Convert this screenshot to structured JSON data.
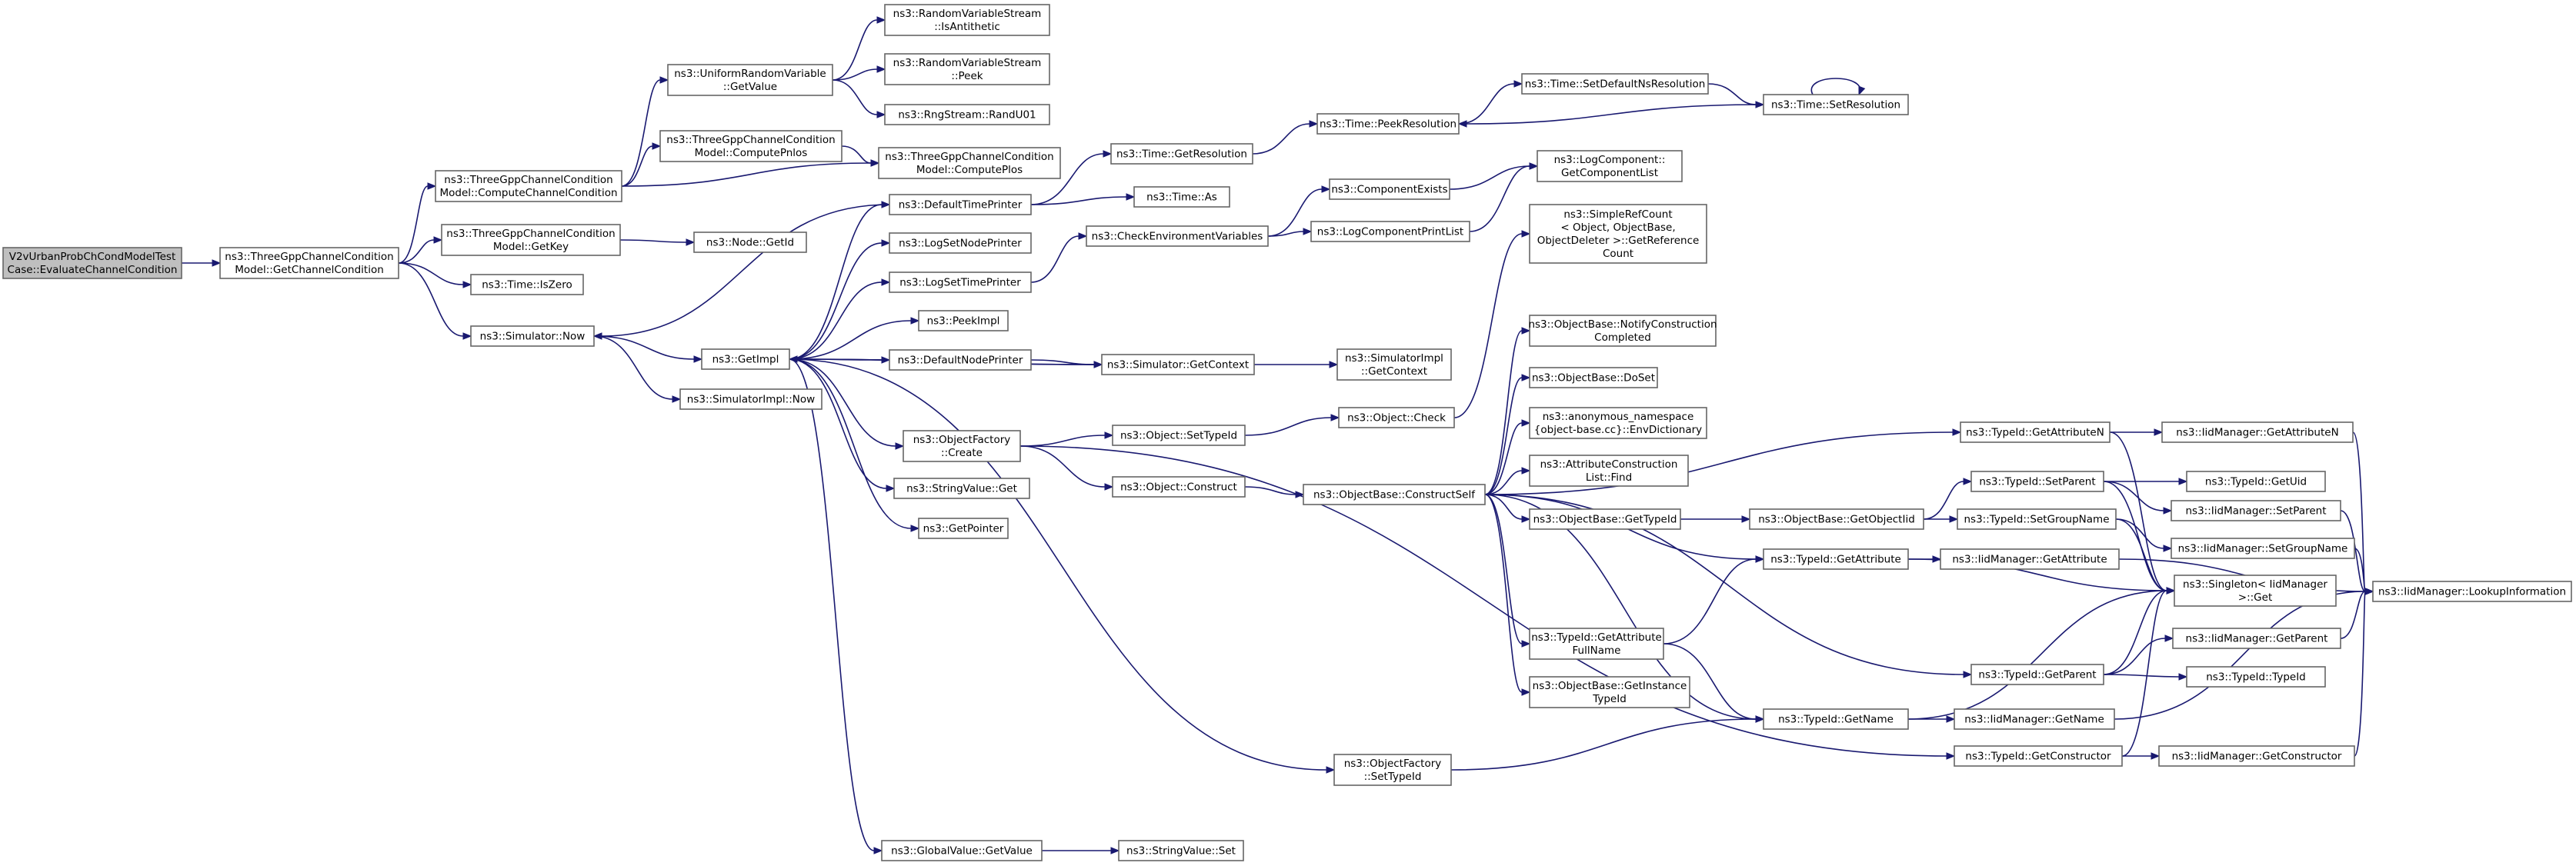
{
  "colors": {
    "edge": "#191970",
    "node_border": "#666666",
    "root_fill": "#bfbfbf",
    "node_fill": "#ffffff"
  },
  "nodes": [
    {
      "id": "root",
      "lines": [
        "V2vUrbanProbChCondModelTest",
        "Case::EvaluateChannelCondition"
      ]
    },
    {
      "id": "getchcond",
      "lines": [
        "ns3::ThreeGppChannelCondition",
        "Model::GetChannelCondition"
      ]
    },
    {
      "id": "computechcond",
      "lines": [
        "ns3::ThreeGppChannelCondition",
        "Model::ComputeChannelCondition"
      ]
    },
    {
      "id": "getkey",
      "lines": [
        "ns3::ThreeGppChannelCondition",
        "Model::GetKey"
      ]
    },
    {
      "id": "iszero",
      "lines": [
        "ns3::Time::IsZero"
      ]
    },
    {
      "id": "simnow",
      "lines": [
        "ns3::Simulator::Now"
      ]
    },
    {
      "id": "urvgetvalue",
      "lines": [
        "ns3::UniformRandomVariable",
        "::GetValue"
      ]
    },
    {
      "id": "computepnlos",
      "lines": [
        "ns3::ThreeGppChannelCondition",
        "Model::ComputePnlos"
      ]
    },
    {
      "id": "computeplos",
      "lines": [
        "ns3::ThreeGppChannelCondition",
        "Model::ComputePlos"
      ]
    },
    {
      "id": "isantithetic",
      "lines": [
        "ns3::RandomVariableStream",
        "::IsAntithetic"
      ]
    },
    {
      "id": "peek",
      "lines": [
        "ns3::RandomVariableStream",
        "::Peek"
      ]
    },
    {
      "id": "randu01",
      "lines": [
        "ns3::RngStream::RandU01"
      ]
    },
    {
      "id": "nodegetid",
      "lines": [
        "ns3::Node::GetId"
      ]
    },
    {
      "id": "getimpl",
      "lines": [
        "ns3::GetImpl"
      ]
    },
    {
      "id": "simimplnow",
      "lines": [
        "ns3::SimulatorImpl::Now"
      ]
    },
    {
      "id": "deftimeprinter",
      "lines": [
        "ns3::DefaultTimePrinter"
      ]
    },
    {
      "id": "logsetnodeprinter",
      "lines": [
        "ns3::LogSetNodePrinter"
      ]
    },
    {
      "id": "logsettimeprinter",
      "lines": [
        "ns3::LogSetTimePrinter"
      ]
    },
    {
      "id": "peekimpl",
      "lines": [
        "ns3::PeekImpl"
      ]
    },
    {
      "id": "defnodeprinter",
      "lines": [
        "ns3::DefaultNodePrinter"
      ]
    },
    {
      "id": "ofcreate",
      "lines": [
        "ns3::ObjectFactory",
        "::Create"
      ]
    },
    {
      "id": "stringvalueget",
      "lines": [
        "ns3::StringValue::Get"
      ]
    },
    {
      "id": "getpointer",
      "lines": [
        "ns3::GetPointer"
      ]
    },
    {
      "id": "globalvaluegetvalue",
      "lines": [
        "ns3::GlobalValue::GetValue"
      ]
    },
    {
      "id": "stringvalueset",
      "lines": [
        "ns3::StringValue::Set"
      ]
    },
    {
      "id": "timegetresolution",
      "lines": [
        "ns3::Time::GetResolution"
      ]
    },
    {
      "id": "timeas",
      "lines": [
        "ns3::Time::As"
      ]
    },
    {
      "id": "checkenv",
      "lines": [
        "ns3::CheckEnvironmentVariables"
      ]
    },
    {
      "id": "simgetcontext",
      "lines": [
        "ns3::Simulator::GetContext"
      ]
    },
    {
      "id": "objsettypeid",
      "lines": [
        "ns3::Object::SetTypeId"
      ]
    },
    {
      "id": "objconstruct",
      "lines": [
        "ns3::Object::Construct"
      ]
    },
    {
      "id": "ofsettypeid",
      "lines": [
        "ns3::ObjectFactory",
        "::SetTypeId"
      ]
    },
    {
      "id": "timepeekres",
      "lines": [
        "ns3::Time::PeekResolution"
      ]
    },
    {
      "id": "setdefaultnsres",
      "lines": [
        "ns3::Time::SetDefaultNsResolution"
      ]
    },
    {
      "id": "timesetres",
      "lines": [
        "ns3::Time::SetResolution"
      ]
    },
    {
      "id": "compexists",
      "lines": [
        "ns3::ComponentExists"
      ]
    },
    {
      "id": "logcompprintlist",
      "lines": [
        "ns3::LogComponentPrintList"
      ]
    },
    {
      "id": "getcomplist",
      "lines": [
        "ns3::LogComponent::",
        "GetComponentList"
      ]
    },
    {
      "id": "simimplgetcontext",
      "lines": [
        "ns3::SimulatorImpl",
        "::GetContext"
      ]
    },
    {
      "id": "objcheck",
      "lines": [
        "ns3::Object::Check"
      ]
    },
    {
      "id": "constructself",
      "lines": [
        "ns3::ObjectBase::ConstructSelf"
      ]
    },
    {
      "id": "simplerefcount",
      "lines": [
        "ns3::SimpleRefCount",
        "< Object, ObjectBase,",
        "ObjectDeleter >::GetReference",
        "Count"
      ]
    },
    {
      "id": "notifyconstruct",
      "lines": [
        "ns3::ObjectBase::NotifyConstruction",
        "Completed"
      ]
    },
    {
      "id": "doset",
      "lines": [
        "ns3::ObjectBase::DoSet"
      ]
    },
    {
      "id": "envdictionary",
      "lines": [
        "ns3::anonymous_namespace",
        "{object-base.cc}::EnvDictionary"
      ]
    },
    {
      "id": "attrconstructfind",
      "lines": [
        "ns3::AttributeConstruction",
        "List::Find"
      ]
    },
    {
      "id": "objbasegettypeid",
      "lines": [
        "ns3::ObjectBase::GetTypeId"
      ]
    },
    {
      "id": "typeidgetattribute",
      "lines": [
        "ns3::TypeId::GetAttribute"
      ]
    },
    {
      "id": "getattrfullname",
      "lines": [
        "ns3::TypeId::GetAttribute",
        "FullName"
      ]
    },
    {
      "id": "getinstancetypeid",
      "lines": [
        "ns3::ObjectBase::GetInstance",
        "TypeId"
      ]
    },
    {
      "id": "typeidgetname",
      "lines": [
        "ns3::TypeId::GetName"
      ]
    },
    {
      "id": "getobjectiid",
      "lines": [
        "ns3::ObjectBase::GetObjectIid"
      ]
    },
    {
      "id": "typeidgetattrn",
      "lines": [
        "ns3::TypeId::GetAttributeN"
      ]
    },
    {
      "id": "typeidsetparent",
      "lines": [
        "ns3::TypeId::SetParent"
      ]
    },
    {
      "id": "typeidsetgroupname",
      "lines": [
        "ns3::TypeId::SetGroupName"
      ]
    },
    {
      "id": "typeidgetparent",
      "lines": [
        "ns3::TypeId::GetParent"
      ]
    },
    {
      "id": "typeidgetconstructor",
      "lines": [
        "ns3::TypeId::GetConstructor"
      ]
    },
    {
      "id": "iidgetattribute",
      "lines": [
        "ns3::IidManager::GetAttribute"
      ]
    },
    {
      "id": "iidgetname",
      "lines": [
        "ns3::IidManager::GetName"
      ]
    },
    {
      "id": "singletonget",
      "lines": [
        "ns3::Singleton< IidManager",
        ">::Get"
      ]
    },
    {
      "id": "iidgetattrn",
      "lines": [
        "ns3::IidManager::GetAttributeN"
      ]
    },
    {
      "id": "typeidgetuid",
      "lines": [
        "ns3::TypeId::GetUid"
      ]
    },
    {
      "id": "iidsetparent",
      "lines": [
        "ns3::IidManager::SetParent"
      ]
    },
    {
      "id": "iidsetgroupname",
      "lines": [
        "ns3::IidManager::SetGroupName"
      ]
    },
    {
      "id": "iidgetparent",
      "lines": [
        "ns3::IidManager::GetParent"
      ]
    },
    {
      "id": "typeidtypeid",
      "lines": [
        "ns3::TypeId::TypeId"
      ]
    },
    {
      "id": "iidgetconstructor",
      "lines": [
        "ns3::IidManager::GetConstructor"
      ]
    },
    {
      "id": "lookupinfo",
      "lines": [
        "ns3::IidManager::LookupInformation"
      ]
    }
  ],
  "edges": [
    [
      "root",
      "getchcond"
    ],
    [
      "getchcond",
      "computechcond"
    ],
    [
      "getchcond",
      "getkey"
    ],
    [
      "getchcond",
      "iszero"
    ],
    [
      "getchcond",
      "simnow"
    ],
    [
      "computechcond",
      "urvgetvalue"
    ],
    [
      "computechcond",
      "computepnlos"
    ],
    [
      "computechcond",
      "computeplos"
    ],
    [
      "urvgetvalue",
      "isantithetic"
    ],
    [
      "urvgetvalue",
      "peek"
    ],
    [
      "urvgetvalue",
      "randu01"
    ],
    [
      "computepnlos",
      "computeplos"
    ],
    [
      "getkey",
      "nodegetid"
    ],
    [
      "simnow",
      "getimpl"
    ],
    [
      "simnow",
      "simimplnow"
    ],
    [
      "getimpl",
      "deftimeprinter"
    ],
    [
      "getimpl",
      "logsetnodeprinter"
    ],
    [
      "getimpl",
      "logsettimeprinter"
    ],
    [
      "getimpl",
      "peekimpl"
    ],
    [
      "getimpl",
      "defnodeprinter"
    ],
    [
      "getimpl",
      "ofcreate"
    ],
    [
      "getimpl",
      "stringvalueget"
    ],
    [
      "getimpl",
      "getpointer"
    ],
    [
      "getimpl",
      "globalvaluegetvalue"
    ],
    [
      "getimpl",
      "ofsettypeid"
    ],
    [
      "getimpl",
      "simgetcontext"
    ],
    [
      "deftimeprinter",
      "simnow"
    ],
    [
      "deftimeprinter",
      "timegetresolution"
    ],
    [
      "deftimeprinter",
      "timeas"
    ],
    [
      "timegetresolution",
      "timepeekres"
    ],
    [
      "timepeekres",
      "setdefaultnsres"
    ],
    [
      "setdefaultnsres",
      "timesetres"
    ],
    [
      "timesetres",
      "timepeekres"
    ],
    [
      "timesetres",
      "timesetres"
    ],
    [
      "logsettimeprinter",
      "checkenv"
    ],
    [
      "checkenv",
      "compexists"
    ],
    [
      "checkenv",
      "logcompprintlist"
    ],
    [
      "compexists",
      "getcomplist"
    ],
    [
      "logcompprintlist",
      "getcomplist"
    ],
    [
      "defnodeprinter",
      "simgetcontext"
    ],
    [
      "simgetcontext",
      "getimpl"
    ],
    [
      "simgetcontext",
      "simimplgetcontext"
    ],
    [
      "ofcreate",
      "objsettypeid"
    ],
    [
      "ofcreate",
      "objconstruct"
    ],
    [
      "ofcreate",
      "typeidgetconstructor"
    ],
    [
      "objsettypeid",
      "objcheck"
    ],
    [
      "objcheck",
      "simplerefcount"
    ],
    [
      "objconstruct",
      "constructself"
    ],
    [
      "constructself",
      "notifyconstruct"
    ],
    [
      "constructself",
      "doset"
    ],
    [
      "constructself",
      "envdictionary"
    ],
    [
      "constructself",
      "attrconstructfind"
    ],
    [
      "constructself",
      "objbasegettypeid"
    ],
    [
      "constructself",
      "typeidgetattribute"
    ],
    [
      "constructself",
      "getattrfullname"
    ],
    [
      "constructself",
      "getinstancetypeid"
    ],
    [
      "constructself",
      "typeidgetname"
    ],
    [
      "constructself",
      "typeidgetattrn"
    ],
    [
      "constructself",
      "typeidgetparent"
    ],
    [
      "objbasegettypeid",
      "getobjectiid"
    ],
    [
      "getobjectiid",
      "typeidsetparent"
    ],
    [
      "getobjectiid",
      "typeidsetgroupname"
    ],
    [
      "typeidgetattribute",
      "iidgetattribute"
    ],
    [
      "typeidgetattribute",
      "singletonget"
    ],
    [
      "getattrfullname",
      "typeidgetattribute"
    ],
    [
      "getattrfullname",
      "typeidgetname"
    ],
    [
      "typeidgetname",
      "iidgetname"
    ],
    [
      "typeidgetname",
      "singletonget"
    ],
    [
      "ofsettypeid",
      "typeidgetname"
    ],
    [
      "globalvaluegetvalue",
      "stringvalueset"
    ],
    [
      "typeidgetattrn",
      "iidgetattrn"
    ],
    [
      "typeidgetattrn",
      "singletonget"
    ],
    [
      "typeidsetparent",
      "typeidgetuid"
    ],
    [
      "typeidsetparent",
      "iidsetparent"
    ],
    [
      "typeidsetparent",
      "singletonget"
    ],
    [
      "typeidsetgroupname",
      "iidsetgroupname"
    ],
    [
      "typeidsetgroupname",
      "singletonget"
    ],
    [
      "typeidgetparent",
      "iidgetparent"
    ],
    [
      "typeidgetparent",
      "singletonget"
    ],
    [
      "typeidgetparent",
      "typeidtypeid"
    ],
    [
      "typeidgetconstructor",
      "iidgetconstructor"
    ],
    [
      "typeidgetconstructor",
      "singletonget"
    ],
    [
      "iidgetattribute",
      "lookupinfo"
    ],
    [
      "iidgetname",
      "lookupinfo"
    ],
    [
      "iidgetattrn",
      "lookupinfo"
    ],
    [
      "iidsetparent",
      "lookupinfo"
    ],
    [
      "iidsetgroupname",
      "lookupinfo"
    ],
    [
      "iidgetparent",
      "lookupinfo"
    ],
    [
      "iidgetconstructor",
      "lookupinfo"
    ]
  ]
}
